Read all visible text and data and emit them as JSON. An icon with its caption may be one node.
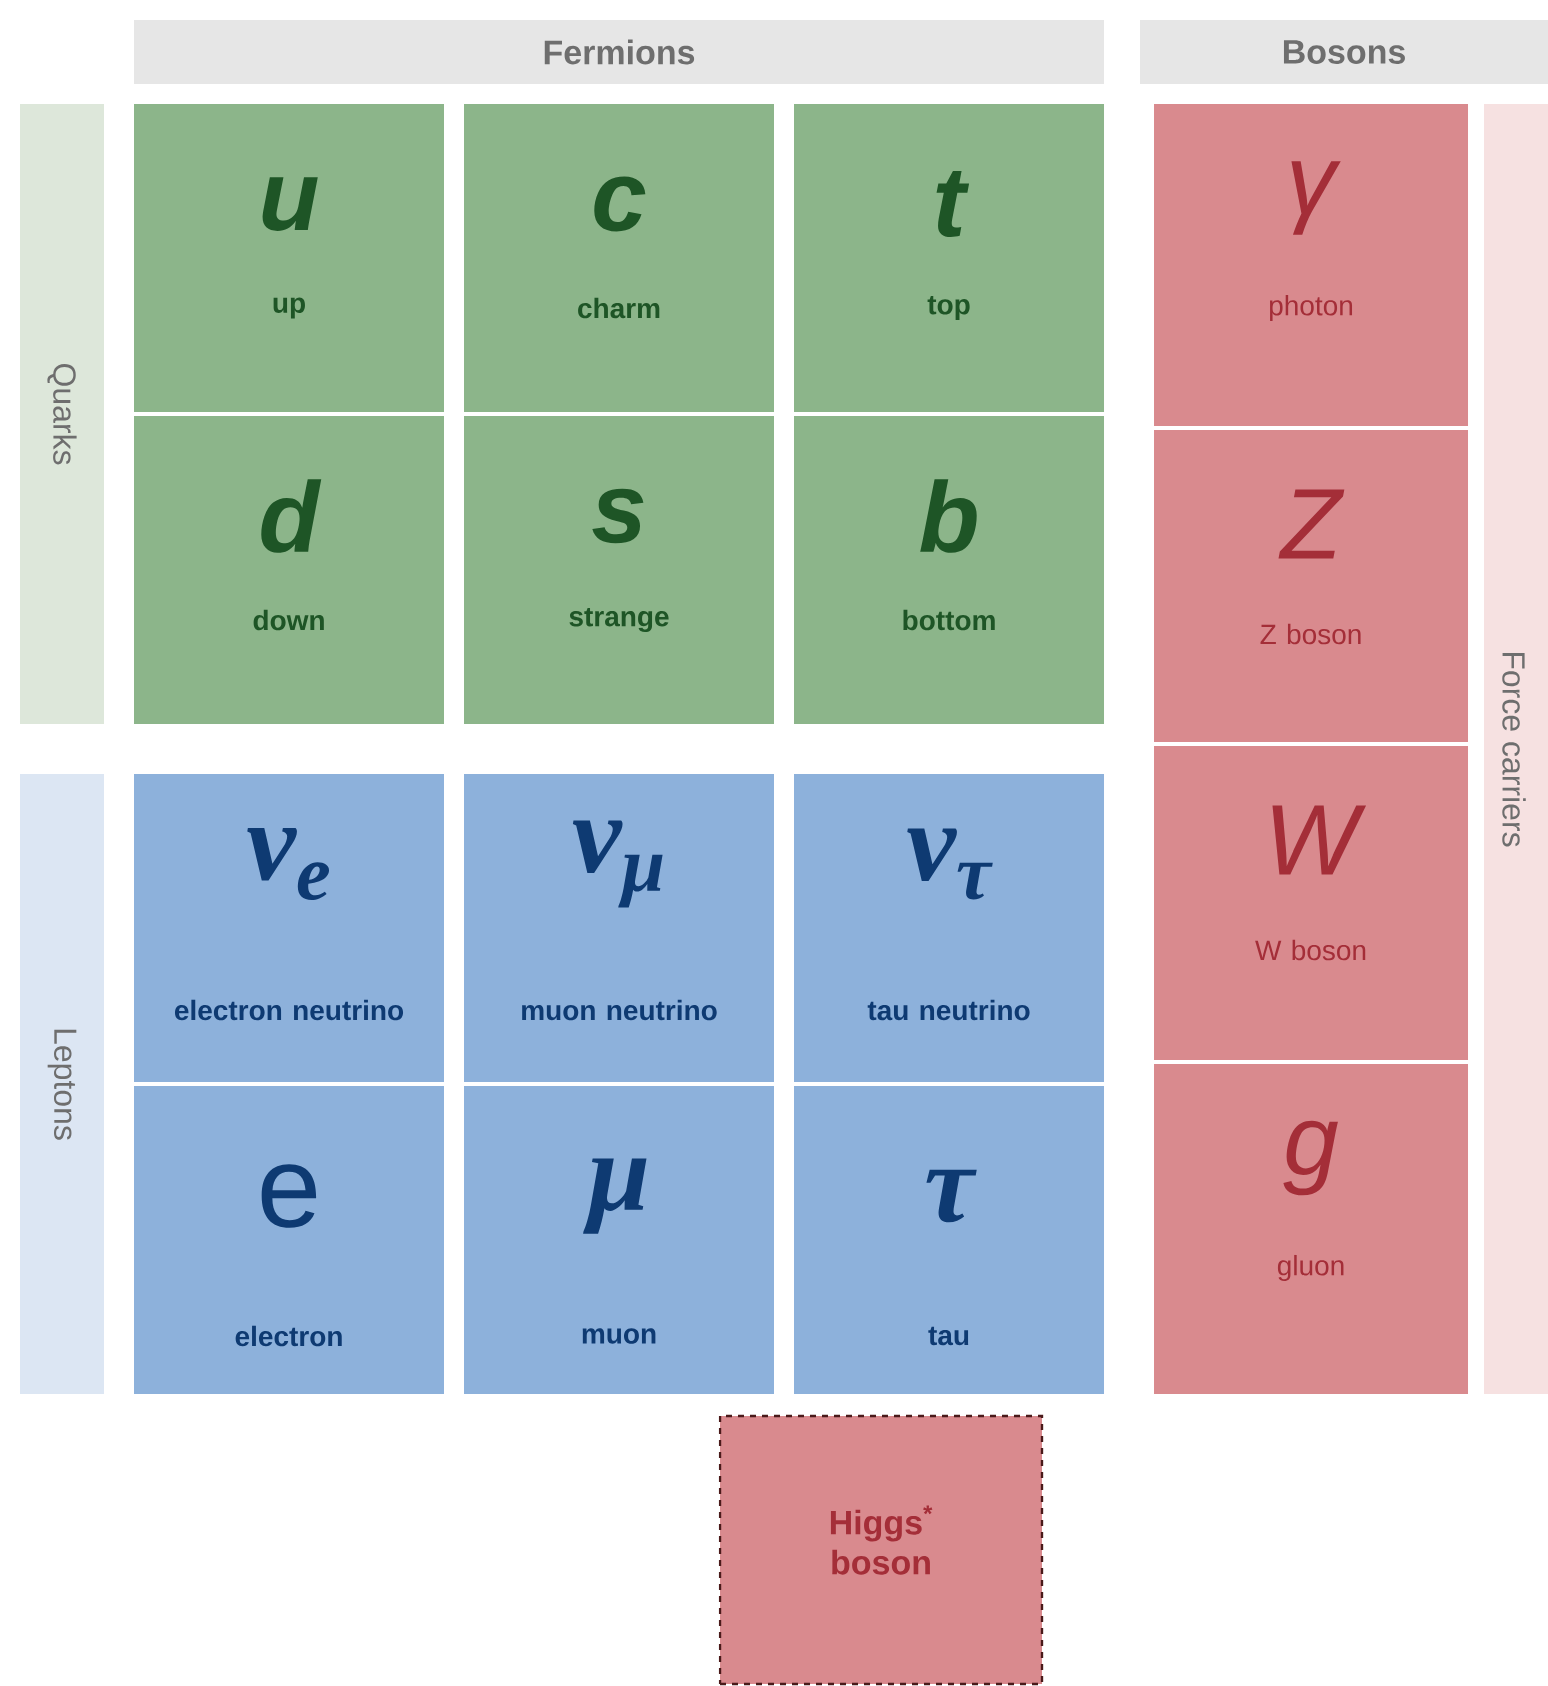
{
  "diagram": {
    "nodes": [
      {
        "text": [
          "Fermions"
        ]
      },
      {
        "text": [
          "Bosons"
        ]
      },
      {
        "text": [
          "Quarks"
        ]
      },
      {
        "text": [
          "u",
          "up"
        ]
      },
      {
        "text": [
          "c",
          "charm"
        ]
      },
      {
        "text": [
          "t",
          "top"
        ]
      },
      {
        "text": [
          "d",
          "down"
        ]
      },
      {
        "text": [
          "s",
          "strange"
        ]
      },
      {
        "text": [
          "b",
          "bottom"
        ]
      },
      {
        "text": [
          "Leptons"
        ]
      },
      {
        "text": [
          "ν$_{e}$",
          "electron neutrino"
        ]
      },
      {
        "text": [
          "ν$_{μ}$",
          "muon neutrino"
        ]
      },
      {
        "text": [
          "ν$_{τ}$",
          "tau neutrino"
        ]
      },
      {
        "text": [
          "e",
          "electron"
        ]
      },
      {
        "text": [
          "μ",
          "muon"
        ]
      },
      {
        "text": [
          "τ",
          "tau"
        ]
      },
      {
        "text": [
          "γ",
          "photon"
        ]
      },
      {
        "text": [
          "Z",
          "Z boson"
        ]
      },
      {
        "text": [
          "W",
          "W boson"
        ]
      },
      {
        "text": [
          "g",
          "gluon"
        ]
      },
      {
        "text": [
          "Force carriers"
        ]
      },
      {
        "text": [
          "Higgs$^{*}$ boson"
        ]
      }
    ]
  }
}
